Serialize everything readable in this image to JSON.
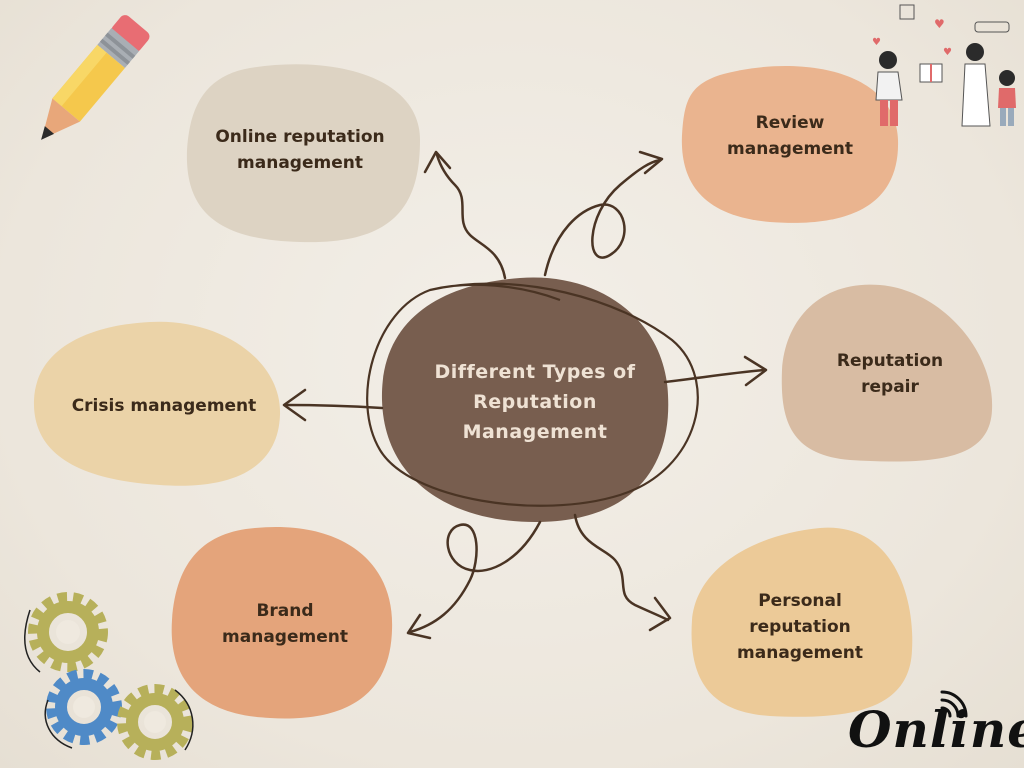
{
  "center": {
    "label": "Different Types of\nReputation\nManagement"
  },
  "nodes": [
    {
      "id": "online-reputation-management",
      "label": "Online reputation\nmanagement"
    },
    {
      "id": "review-management",
      "label": "Review\nmanagement"
    },
    {
      "id": "crisis-management",
      "label": "Crisis management"
    },
    {
      "id": "reputation-repair",
      "label": "Reputation\nrepair"
    },
    {
      "id": "brand-management",
      "label": "Brand\nmanagement"
    },
    {
      "id": "personal-reputation-management",
      "label": "Personal\nreputation\nmanagement"
    }
  ],
  "colors": {
    "center": "#785e4f",
    "online": "#ddd3c3",
    "review": "#eab48f",
    "crisis": "#ebd3a8",
    "repair": "#d8bca3",
    "brand": "#e4a47b",
    "personal": "#ecca98",
    "arrow": "#4a3424"
  },
  "decorations": {
    "pencil_icon": "pencil-icon",
    "gears_icon": "gears-icon",
    "people_illustration": "people-giving-gift-illustration",
    "logo": {
      "text": "Online",
      "icon": "wifi-signal-icon"
    }
  }
}
